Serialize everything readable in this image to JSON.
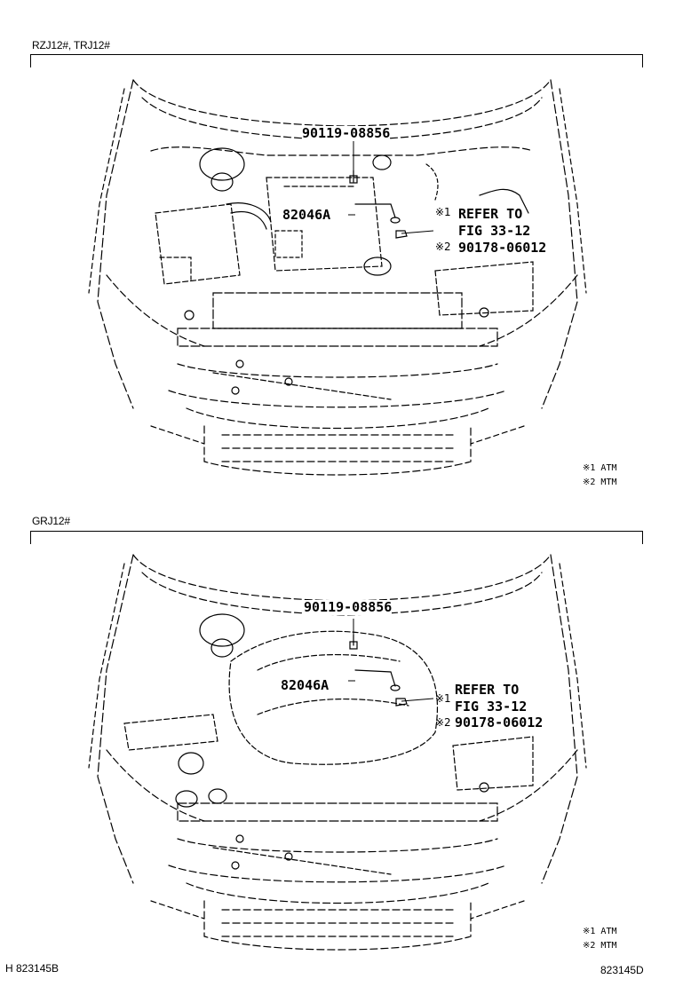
{
  "panels": [
    {
      "label": "RZJ12#, TRJ12#",
      "part_bolt": "90119-08856",
      "part_cable": "82046A",
      "refer_line1": "REFER TO",
      "refer_line2": "FIG 33-12",
      "part_nut": "90178-06012",
      "mark1": "※1",
      "mark2": "※2",
      "legend": [
        "※1 ATM",
        "※2 MTM"
      ]
    },
    {
      "label": "GRJ12#",
      "part_bolt": "90119-08856",
      "part_cable": "82046A",
      "refer_line1": "REFER TO",
      "refer_line2": "FIG 33-12",
      "part_nut": "90178-06012",
      "mark1": "※1",
      "mark2": "※2",
      "legend": [
        "※1 ATM",
        "※2 MTM"
      ]
    }
  ],
  "footer": {
    "left": "H 823145B",
    "right": "823145D"
  }
}
